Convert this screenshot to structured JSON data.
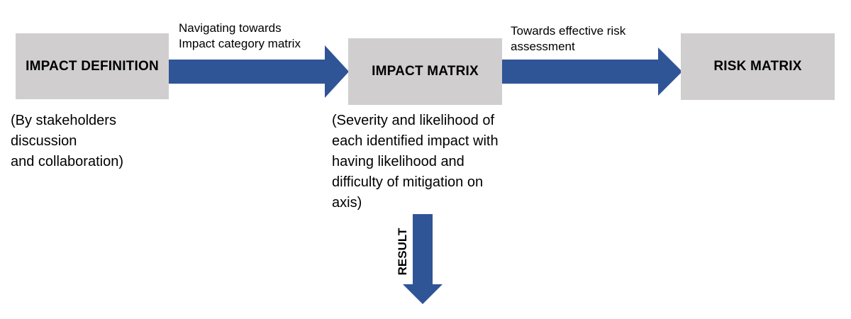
{
  "boxes": {
    "impact_definition": "IMPACT DEFINITION",
    "impact_matrix": "IMPACT MATRIX",
    "risk_matrix": "RISK MATRIX"
  },
  "arrows": {
    "first_label": [
      "Navigating towards",
      "Impact category matrix"
    ],
    "second_label": [
      "Towards effective risk",
      "assessment"
    ],
    "down_label": "RESULT"
  },
  "notes": {
    "impact_definition": [
      "(By stakeholders",
      "discussion",
      "and collaboration)"
    ],
    "impact_matrix": [
      "(Severity and likelihood of",
      "each identified impact with",
      "having likelihood and",
      "difficulty of mitigation on",
      "axis)"
    ]
  },
  "colors": {
    "box_fill": "#d0cece",
    "arrow_fill": "#2f5597"
  }
}
